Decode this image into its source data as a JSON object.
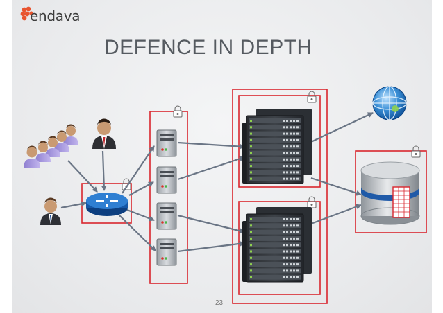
{
  "brand": {
    "name": "endava",
    "accent": "#e8542f"
  },
  "slide": {
    "title": "DEFENCE IN DEPTH",
    "page_number": "23"
  },
  "diagram": {
    "nodes": [
      {
        "id": "user-group",
        "icon": "user-group-icon"
      },
      {
        "id": "admin-user",
        "icon": "user-icon"
      },
      {
        "id": "remote-user",
        "icon": "user-icon"
      },
      {
        "id": "router",
        "icon": "router-icon",
        "secured": true
      },
      {
        "id": "web-server-1",
        "icon": "server-icon"
      },
      {
        "id": "web-server-2",
        "icon": "server-icon"
      },
      {
        "id": "web-server-3",
        "icon": "server-icon"
      },
      {
        "id": "web-server-4",
        "icon": "server-icon"
      },
      {
        "id": "rack-1",
        "icon": "server-rack-icon"
      },
      {
        "id": "rack-2",
        "icon": "server-rack-icon"
      },
      {
        "id": "internet",
        "icon": "globe-icon"
      },
      {
        "id": "database",
        "icon": "database-icon",
        "secured": true
      }
    ],
    "zones": [
      "router-zone",
      "web-tier-zone",
      "app-tier-zone",
      "rack-1-zone",
      "rack-2-zone",
      "database-zone"
    ],
    "edges": [
      [
        "user-group",
        "router"
      ],
      [
        "admin-user",
        "router"
      ],
      [
        "remote-user",
        "router"
      ],
      [
        "router",
        "web-server-1"
      ],
      [
        "router",
        "web-server-2"
      ],
      [
        "router",
        "web-server-3"
      ],
      [
        "router",
        "web-server-4"
      ],
      [
        "web-server-1",
        "rack-1"
      ],
      [
        "web-server-2",
        "rack-1"
      ],
      [
        "web-server-3",
        "rack-2"
      ],
      [
        "web-server-4",
        "rack-2"
      ],
      [
        "rack-1",
        "internet"
      ],
      [
        "rack-1",
        "database"
      ],
      [
        "rack-2",
        "database"
      ]
    ],
    "colors": {
      "zone_border": "#d9262e",
      "arrow": "#6a7585",
      "lock": "#666666"
    }
  }
}
